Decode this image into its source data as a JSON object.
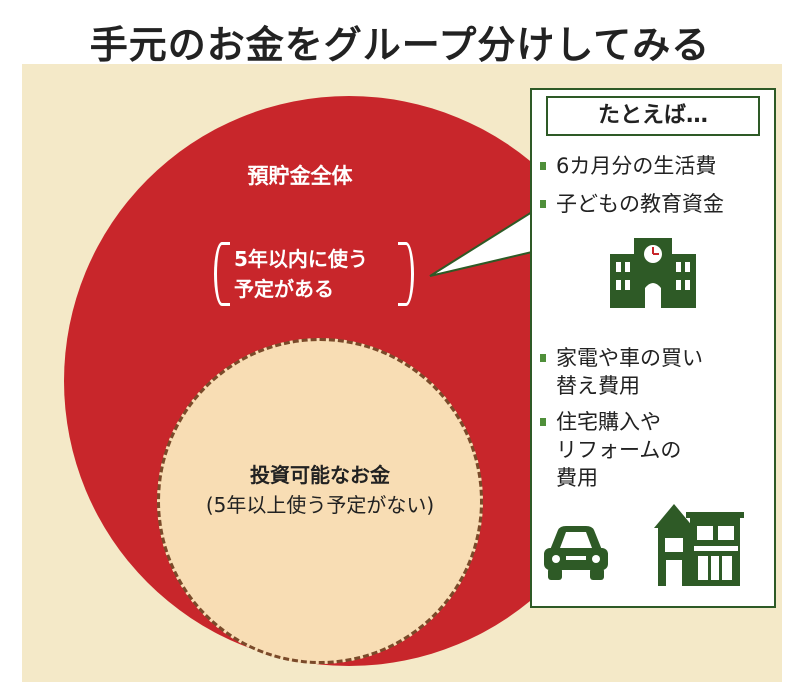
{
  "title": "手元のお金をグループ分けしてみる",
  "diagram": {
    "outer_label": "預貯金全体",
    "outer_sub_lines": [
      "5年以内に使う",
      "予定がある"
    ],
    "inner_label_line1": "投資可能なお金",
    "inner_label_line2": "(5年以上使う予定がない)"
  },
  "example_box": {
    "heading": "たとえば…",
    "items": [
      {
        "lines": [
          "6カ月分の生活費"
        ]
      },
      {
        "lines": [
          "子どもの教育資金"
        ]
      },
      {
        "lines": [
          "家電や車の買い",
          "替え費用"
        ]
      },
      {
        "lines": [
          "住宅購入や",
          "リフォームの",
          "費用"
        ]
      }
    ]
  },
  "icons": [
    "school-building-icon",
    "car-icon",
    "house-icon"
  ],
  "colors": {
    "outer_circle": "#c8262b",
    "inner_circle": "#f8ddb4",
    "panel_background": "#f4e9c8",
    "box_border": "#2e5a26",
    "bullet": "#4f8f3a",
    "icon": "#2e5a26"
  }
}
